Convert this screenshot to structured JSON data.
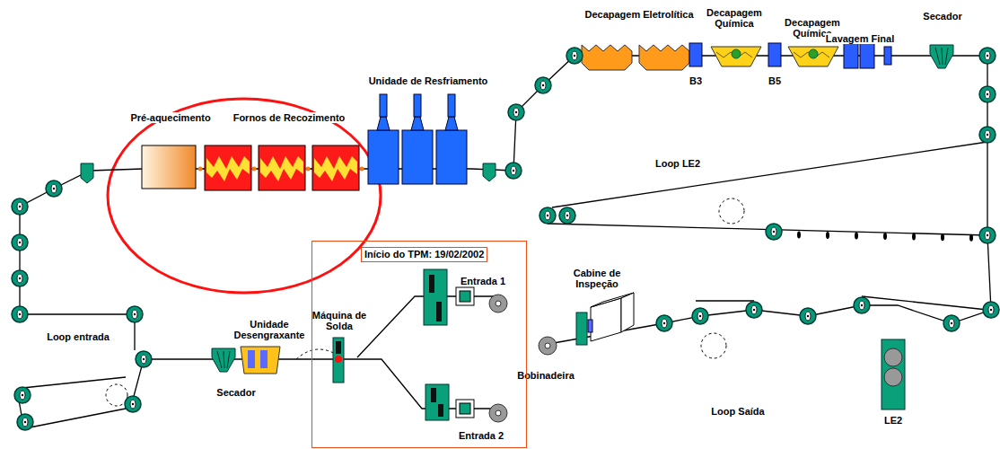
{
  "diagram": {
    "nodes": [
      {
        "text": [
          "Início do TPM: 19/02/2002"
        ]
      }
    ],
    "labels": [
      "Decapagem Eletrolítica",
      "Decapagem Química",
      "Decapagem Química",
      "Lavagem Final",
      "Secador",
      "Unidade de Resfriamento",
      "B3",
      "B5",
      "Pré-aquecimento",
      "Fornos de Recozimento",
      "Loop LE2",
      "Máquina de Solda",
      "Entrada 1",
      "Cabine de Inspeção",
      "Bobinadeira",
      "Loop entrada",
      "Unidade Desengraxante",
      "Secador",
      "Loop Saída",
      "Entrada 2",
      "LE2"
    ]
  }
}
